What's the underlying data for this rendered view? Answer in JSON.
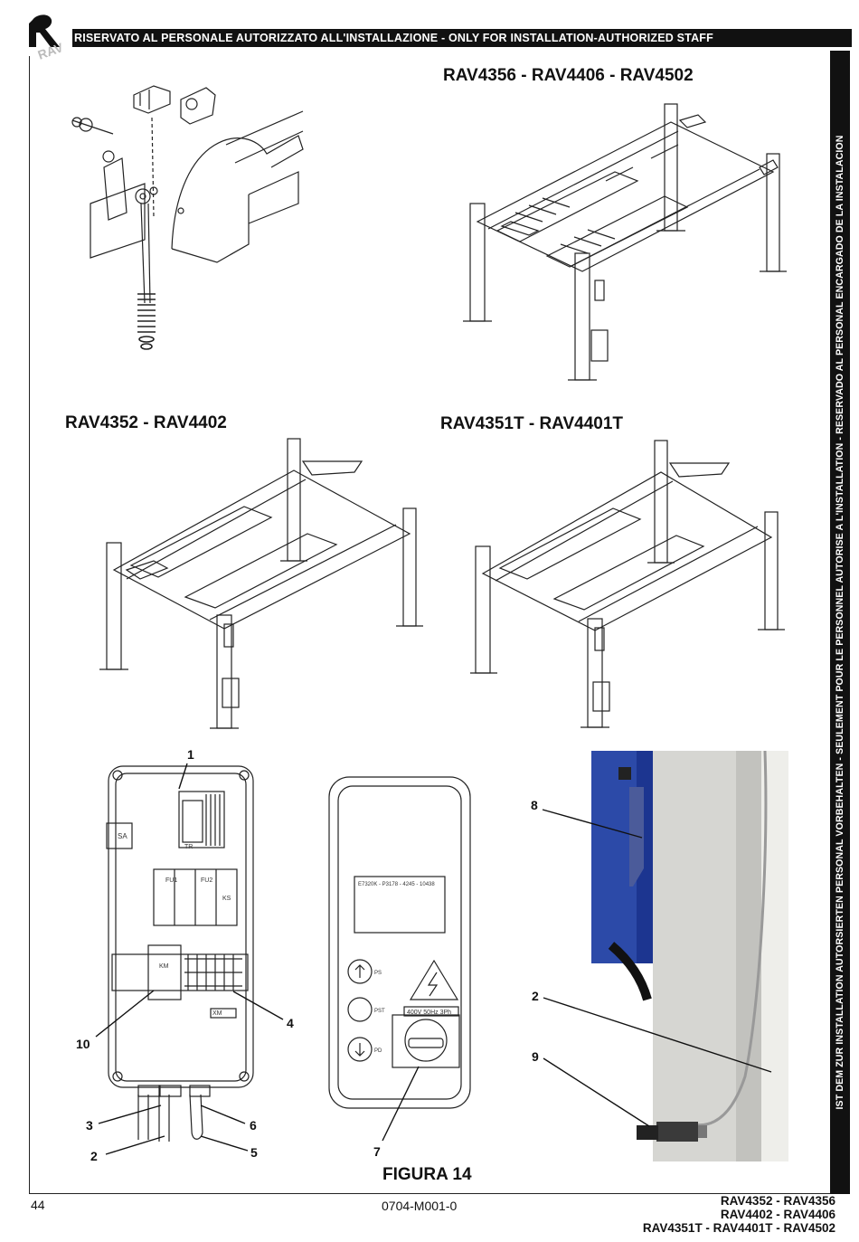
{
  "header": {
    "text": "RISERVATO AL PERSONALE AUTORIZZATO ALL'INSTALLAZIONE - ONLY FOR INSTALLATION-AUTHORIZED STAFF"
  },
  "side_text": "IST DEM ZUR INSTALLATION AUTORSIERTEN PERSONAL VORBEHALTEN - SEULEMENT POUR LE PERSONNEL AUTORISE A L'INSTALLATION - RESERVADO AL PERSONAL ENCARGADO DE LA INSTALACION",
  "titles": {
    "top_right": "RAV4356 - RAV4406 - RAV4502",
    "mid_left": "RAV4352 - RAV4402",
    "mid_right": "RAV4351T - RAV4401T"
  },
  "panel": {
    "label_sa": "SA",
    "label_fu1": "FU1",
    "label_fu2": "FU2",
    "label_ks": "KS",
    "label_tr": "TR",
    "label_xm": "XM",
    "label_km": "KM"
  },
  "control_box": {
    "display_text": "E7320K - P3178 - 4245 - 10438",
    "btn_up": "PS",
    "btn_stop": "PST",
    "btn_down": "PD",
    "voltage_label": "400V 50Hz 3Ph"
  },
  "callouts": {
    "c1": "1",
    "c4": "4",
    "c10": "10",
    "c3": "3",
    "c6": "6",
    "c2a": "2",
    "c5": "5",
    "c7": "7",
    "c8": "8",
    "c2b": "2",
    "c9": "9"
  },
  "figure_caption": "FIGURA 14",
  "footer": {
    "page_number": "44",
    "doc_code": "0704-M001-0",
    "models_line1": "RAV4352 - RAV4356",
    "models_line2": "RAV4402 - RAV4406",
    "models_line3": "RAV4351T - RAV4401T - RAV4502"
  },
  "colors": {
    "header_bg": "#111111",
    "photo_blue": "#2c4aa8",
    "photo_column": "#d6d6d2"
  }
}
